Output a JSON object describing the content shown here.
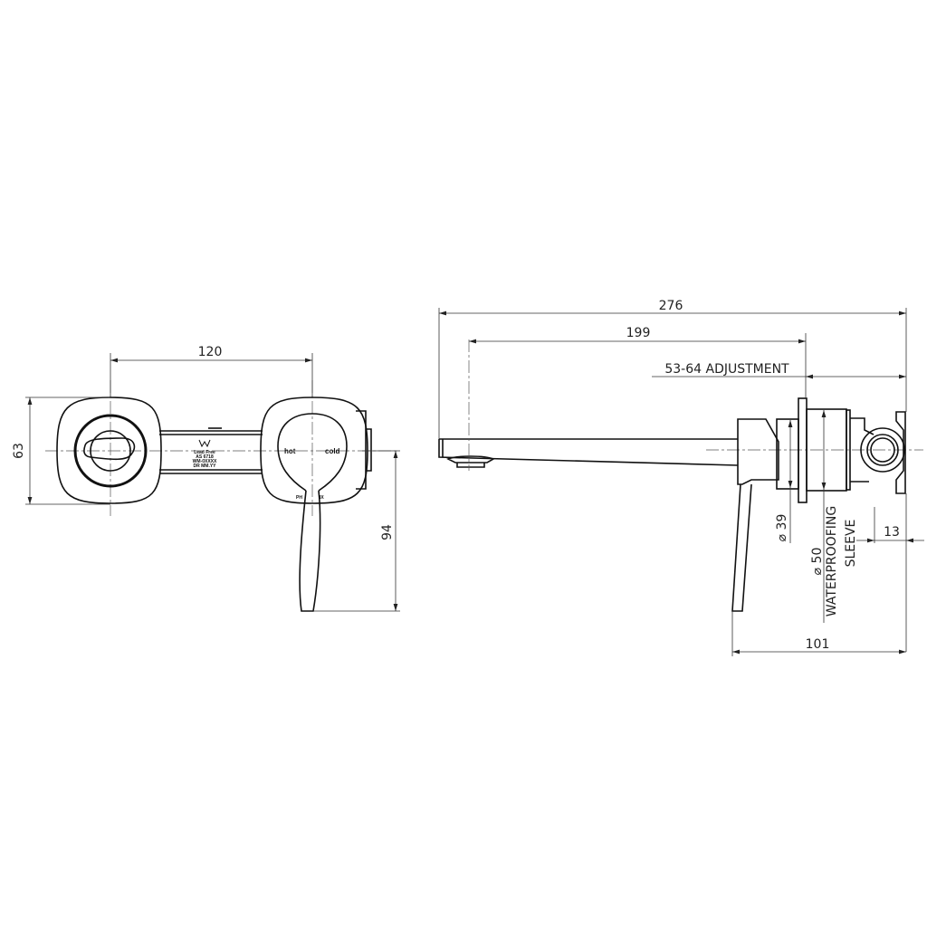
{
  "front_view": {
    "dim_width": "120",
    "dim_height": "63",
    "dim_lever": "94",
    "label_hot": "hot",
    "label_cold": "cold",
    "brand_left": "PH",
    "brand_right": "IX",
    "watermark": [
      "Lead Free",
      "AS 6718",
      "WM-0XXXX",
      "DR MM.YY"
    ]
  },
  "side_view": {
    "dim_overall": "276",
    "dim_spout": "199",
    "dim_adjustment": "53-64 ADJUSTMENT",
    "dim_flange": "⌀ 39",
    "dim_sleeve": "⌀ 50",
    "sleeve_label_1": "WATERPROOFING",
    "sleeve_label_2": "SLEEVE",
    "dim_inlet": "13",
    "dim_depth": "101"
  }
}
